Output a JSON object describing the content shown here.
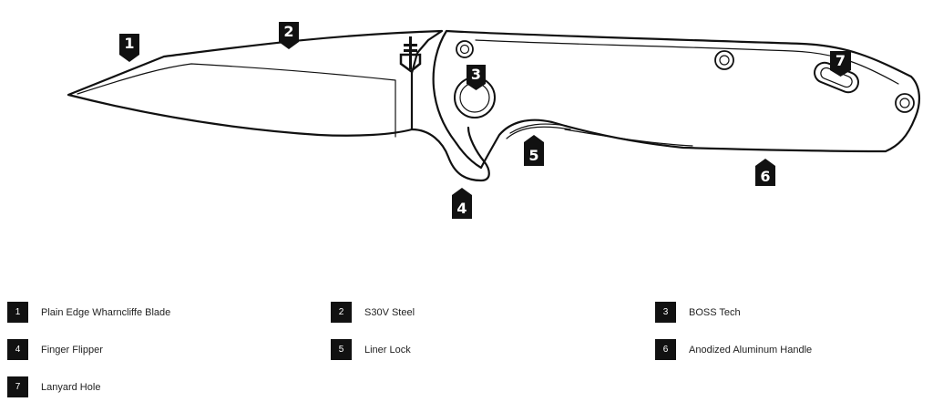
{
  "callouts": [
    {
      "num": "1",
      "label": "Plain Edge Wharncliffe Blade"
    },
    {
      "num": "2",
      "label": "S30V Steel"
    },
    {
      "num": "3",
      "label": "BOSS Tech"
    },
    {
      "num": "4",
      "label": "Finger Flipper"
    },
    {
      "num": "5",
      "label": "Liner Lock"
    },
    {
      "num": "6",
      "label": "Anodized Aluminum Handle"
    },
    {
      "num": "7",
      "label": "Lanyard Hole"
    }
  ],
  "colors": {
    "ink": "#111111",
    "callout_bg": "#111111",
    "callout_text": "#ffffff"
  }
}
